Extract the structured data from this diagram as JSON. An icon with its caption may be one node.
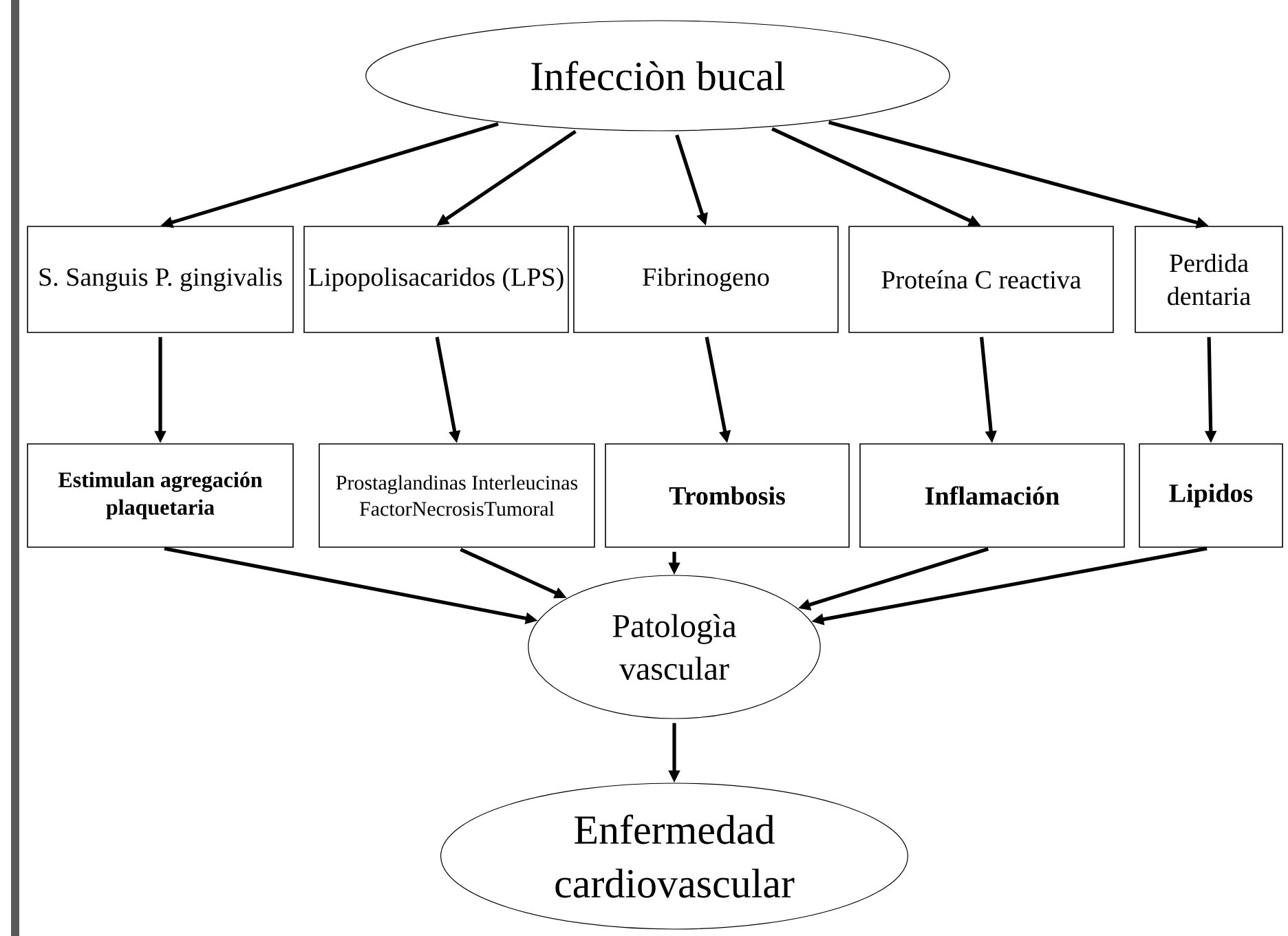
{
  "diagram": {
    "nodes": [
      {
        "text": [
          "Infecciòn bucal"
        ]
      },
      {
        "text": [
          "S. Sanguis P. gingivalis"
        ]
      },
      {
        "text": [
          "Lipopolisacaridos (LPS)"
        ]
      },
      {
        "text": [
          "Fibrinogeno"
        ]
      },
      {
        "text": [
          "Proteína C reactiva"
        ]
      },
      {
        "text": [
          "Perdida dentaria"
        ]
      },
      {
        "text": [
          "Estimulan agregación plaquetaria"
        ]
      },
      {
        "text": [
          "Prostaglandinas Interleucinas FactorNecrosisTumoral"
        ]
      },
      {
        "text": [
          "Trombosis"
        ]
      },
      {
        "text": [
          "Inflamación"
        ]
      },
      {
        "text": [
          "Lipidos"
        ]
      },
      {
        "text": [
          "Patologìa vascular"
        ]
      },
      {
        "text": [
          "Enfermedad cardiovascular"
        ]
      }
    ],
    "edges": [
      {
        "from": 0,
        "to": 1,
        "arrow": "to"
      },
      {
        "from": 0,
        "to": 2,
        "arrow": "to"
      },
      {
        "from": 0,
        "to": 3,
        "arrow": "to"
      },
      {
        "from": 0,
        "to": 4,
        "arrow": "to"
      },
      {
        "from": 0,
        "to": 5,
        "arrow": "to"
      },
      {
        "from": 1,
        "to": 6,
        "arrow": "to"
      },
      {
        "from": 2,
        "to": 7,
        "arrow": "to"
      },
      {
        "from": 3,
        "to": 8,
        "arrow": "to"
      },
      {
        "from": 4,
        "to": 9,
        "arrow": "to"
      },
      {
        "from": 5,
        "to": 10,
        "arrow": "to"
      },
      {
        "from": 6,
        "to": 11,
        "arrow": "to"
      },
      {
        "from": 7,
        "to": 11,
        "arrow": "to"
      },
      {
        "from": 8,
        "to": 11,
        "arrow": "to"
      },
      {
        "from": 9,
        "to": 11,
        "arrow": "to"
      },
      {
        "from": 10,
        "to": 11,
        "arrow": "to"
      },
      {
        "from": 11,
        "to": 12,
        "arrow": "to"
      }
    ]
  }
}
